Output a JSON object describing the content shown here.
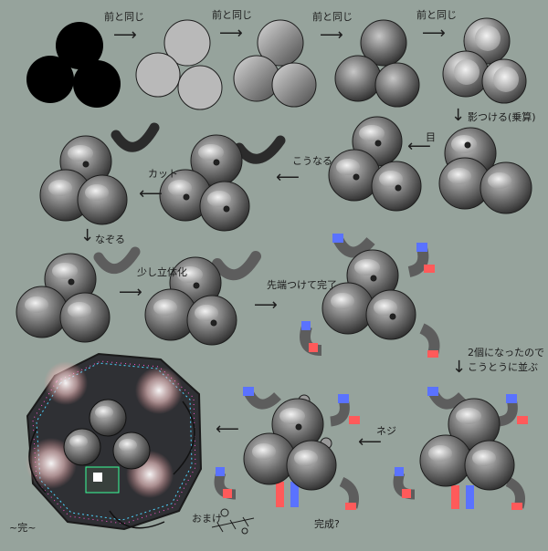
{
  "steps": {
    "same1": "前と同じ",
    "same2": "前と同じ",
    "same3": "前と同じ",
    "same4": "前と同じ",
    "shadow": "影つける(乗算)",
    "eyes": "目",
    "like_this": "こうなる",
    "cut": "カット",
    "smooth": "なぞる",
    "finish": "少し立体化",
    "color_tips": "先端つけて完了",
    "two_units_note_line1": "2個になったので",
    "two_units_note_line2": "こうとうに並ぶ",
    "screw": "ネジ",
    "done_q": "完成?",
    "end": "~完~",
    "bonus": "おまけ"
  },
  "colors": {
    "background": "#96a39c",
    "tip_blue": "#5a72ff",
    "tip_red": "#ff5a5a",
    "ink": "#1d1d1d"
  }
}
